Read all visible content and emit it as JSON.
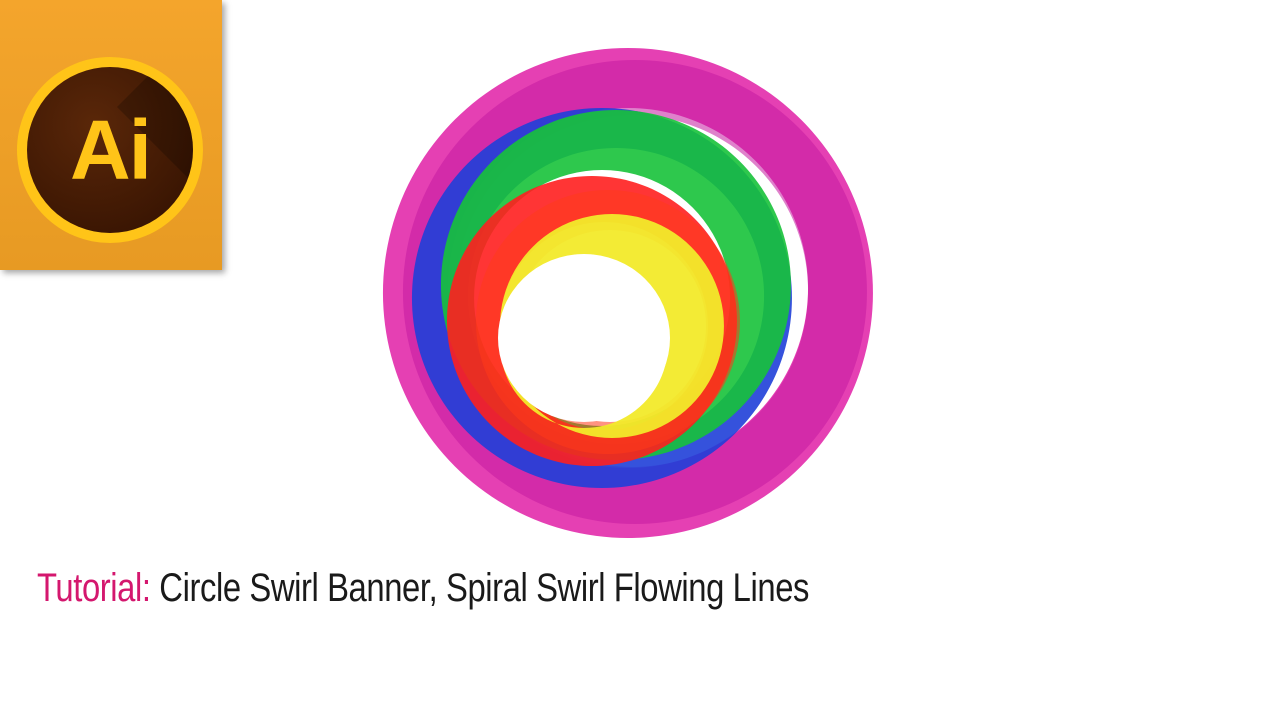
{
  "logo": {
    "text": "Ai",
    "icon": "adobe-illustrator-logo-icon",
    "colors": {
      "tile": "#f4a52c",
      "ring": "#ffc418",
      "disc": "#3d1703",
      "text": "#ffc418"
    }
  },
  "artwork": {
    "icon": "circle-swirl-artwork",
    "ring_colors": [
      "#e01fa6",
      "#1f3fd8",
      "#17c23a",
      "#ff1f1f",
      "#f2ea2a"
    ]
  },
  "caption": {
    "lead": "Tutorial:",
    "title": "Circle Swirl Banner, Spiral Swirl Flowing Lines",
    "colors": {
      "lead": "#d4176e",
      "title": "#1a1a1a"
    }
  }
}
